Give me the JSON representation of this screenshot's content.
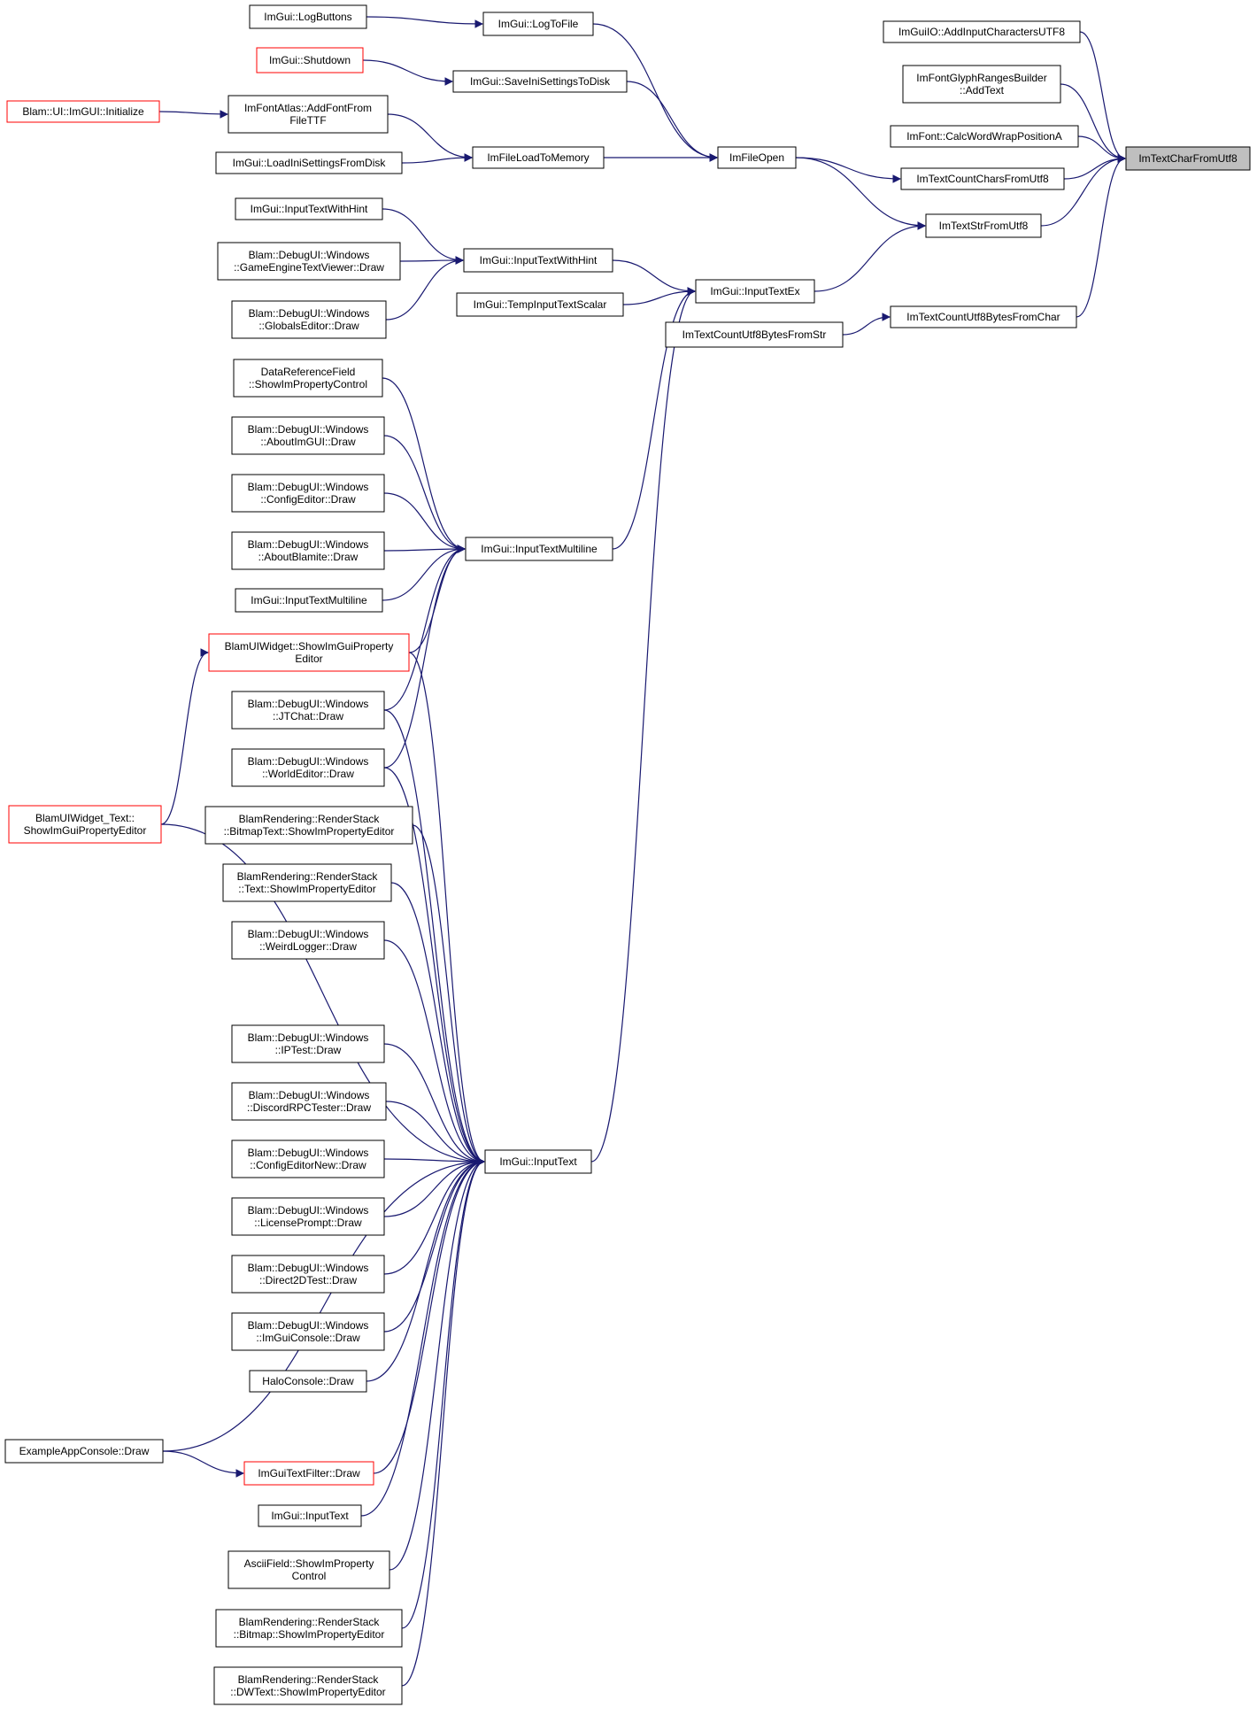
{
  "title": "",
  "colors": {
    "edge": "#191970",
    "focus_fill": "#bfbfbf",
    "truncated_border": "#ff0000",
    "border": "#000000"
  },
  "nodes": {
    "target": {
      "lines": [
        "ImTextCharFromUtf8"
      ],
      "kind": "focus"
    },
    "addinpututf8": {
      "lines": [
        "ImGuiIO::AddInputCharactersUTF8"
      ]
    },
    "addtext": {
      "lines": [
        "ImFontGlyphRangesBuilder",
        "::AddText"
      ]
    },
    "calcwordwrap": {
      "lines": [
        "ImFont::CalcWordWrapPositionA"
      ]
    },
    "countchars": {
      "lines": [
        "ImTextCountCharsFromUtf8"
      ]
    },
    "strfromutf8": {
      "lines": [
        "ImTextStrFromUtf8"
      ]
    },
    "countutf8bytes": {
      "lines": [
        "ImTextCountUtf8BytesFromChar"
      ]
    },
    "countutf8str": {
      "lines": [
        "ImTextCountUtf8BytesFromStr"
      ]
    },
    "fileopen": {
      "lines": [
        "ImFileOpen"
      ]
    },
    "inputtextex": {
      "lines": [
        "ImGui::InputTextEx"
      ]
    },
    "logtofile": {
      "lines": [
        "ImGui::LogToFile"
      ]
    },
    "saveini": {
      "lines": [
        "ImGui::SaveIniSettingsToDisk"
      ]
    },
    "fileload": {
      "lines": [
        "ImFileLoadToMemory"
      ]
    },
    "logbuttons": {
      "lines": [
        "ImGui::LogButtons"
      ]
    },
    "shutdown": {
      "lines": [
        "ImGui::Shutdown"
      ],
      "kind": "truncated"
    },
    "addfontttf": {
      "lines": [
        "ImFontAtlas::AddFontFrom",
        "FileTTF"
      ]
    },
    "blaminit": {
      "lines": [
        "Blam::UI::ImGUI::Initialize"
      ],
      "kind": "truncated"
    },
    "loadini": {
      "lines": [
        "ImGui::LoadIniSettingsFromDisk"
      ]
    },
    "inputhint": {
      "lines": [
        "ImGui::InputTextWithHint"
      ]
    },
    "tempscalar": {
      "lines": [
        "ImGui::TempInputTextScalar"
      ]
    },
    "inputhint2": {
      "lines": [
        "ImGui::InputTextWithHint"
      ]
    },
    "gametextviewer": {
      "lines": [
        "Blam::DebugUI::Windows",
        "::GameEngineTextViewer::Draw"
      ]
    },
    "globalseditor": {
      "lines": [
        "Blam::DebugUI::Windows",
        "::GlobalsEditor::Draw"
      ]
    },
    "multiline": {
      "lines": [
        "ImGui::InputTextMultiline"
      ]
    },
    "inputtext": {
      "lines": [
        "ImGui::InputText"
      ]
    },
    "dataref": {
      "lines": [
        "DataReferenceField",
        "::ShowImPropertyControl"
      ]
    },
    "aboutimgui": {
      "lines": [
        "Blam::DebugUI::Windows",
        "::AboutImGUI::Draw"
      ]
    },
    "configeditor": {
      "lines": [
        "Blam::DebugUI::Windows",
        "::ConfigEditor::Draw"
      ]
    },
    "aboutblamite": {
      "lines": [
        "Blam::DebugUI::Windows",
        "::AboutBlamite::Draw"
      ]
    },
    "multiline2": {
      "lines": [
        "ImGui::InputTextMultiline"
      ]
    },
    "uiwidget": {
      "lines": [
        "BlamUIWidget::ShowImGuiProperty",
        "Editor"
      ],
      "kind": "truncated"
    },
    "jtchat": {
      "lines": [
        "Blam::DebugUI::Windows",
        "::JTChat::Draw"
      ]
    },
    "worldeditor": {
      "lines": [
        "Blam::DebugUI::Windows",
        "::WorldEditor::Draw"
      ]
    },
    "uiwidgettext": {
      "lines": [
        "BlamUIWidget_Text::",
        "ShowImGuiPropertyEditor"
      ],
      "kind": "truncated"
    },
    "bitmaptext": {
      "lines": [
        "BlamRendering::RenderStack",
        "::BitmapText::ShowImPropertyEditor"
      ]
    },
    "rstext": {
      "lines": [
        "BlamRendering::RenderStack",
        "::Text::ShowImPropertyEditor"
      ]
    },
    "weirdlogger": {
      "lines": [
        "Blam::DebugUI::Windows",
        "::WeirdLogger::Draw"
      ]
    },
    "iptest": {
      "lines": [
        "Blam::DebugUI::Windows",
        "::IPTest::Draw"
      ]
    },
    "discord": {
      "lines": [
        "Blam::DebugUI::Windows",
        "::DiscordRPCTester::Draw"
      ]
    },
    "configeditornew": {
      "lines": [
        "Blam::DebugUI::Windows",
        "::ConfigEditorNew::Draw"
      ]
    },
    "license": {
      "lines": [
        "Blam::DebugUI::Windows",
        "::LicensePrompt::Draw"
      ]
    },
    "direct2d": {
      "lines": [
        "Blam::DebugUI::Windows",
        "::Direct2DTest::Draw"
      ]
    },
    "imguiconsole": {
      "lines": [
        "Blam::DebugUI::Windows",
        "::ImGuiConsole::Draw"
      ]
    },
    "haloconsole": {
      "lines": [
        "HaloConsole::Draw"
      ]
    },
    "exampleconsole": {
      "lines": [
        "ExampleAppConsole::Draw"
      ]
    },
    "textfilter": {
      "lines": [
        "ImGuiTextFilter::Draw"
      ],
      "kind": "truncated"
    },
    "inputtext2": {
      "lines": [
        "ImGui::InputText"
      ]
    },
    "asciifield": {
      "lines": [
        "AsciiField::ShowImProperty",
        "Control"
      ]
    },
    "rsbitmap": {
      "lines": [
        "BlamRendering::RenderStack",
        "::Bitmap::ShowImPropertyEditor"
      ]
    },
    "dwtext": {
      "lines": [
        "BlamRendering::RenderStack",
        "::DWText::ShowImPropertyEditor"
      ]
    }
  },
  "edges": [
    [
      "addinpututf8",
      "target"
    ],
    [
      "addtext",
      "target"
    ],
    [
      "calcwordwrap",
      "target"
    ],
    [
      "countchars",
      "target"
    ],
    [
      "strfromutf8",
      "target"
    ],
    [
      "countutf8bytes",
      "target"
    ],
    [
      "fileopen",
      "countchars"
    ],
    [
      "fileopen",
      "strfromutf8"
    ],
    [
      "inputtextex",
      "strfromutf8"
    ],
    [
      "countutf8str",
      "countutf8bytes"
    ],
    [
      "logtofile",
      "fileopen"
    ],
    [
      "saveini",
      "fileopen"
    ],
    [
      "fileload",
      "fileopen"
    ],
    [
      "logbuttons",
      "logtofile"
    ],
    [
      "shutdown",
      "saveini"
    ],
    [
      "addfontttf",
      "fileload"
    ],
    [
      "loadini",
      "fileload"
    ],
    [
      "blaminit",
      "addfontttf"
    ],
    [
      "inputhint",
      "inputtextex"
    ],
    [
      "tempscalar",
      "inputtextex"
    ],
    [
      "multiline",
      "inputtextex"
    ],
    [
      "inputtext",
      "inputtextex"
    ],
    [
      "inputhint2",
      "inputhint"
    ],
    [
      "gametextviewer",
      "inputhint"
    ],
    [
      "globalseditor",
      "inputhint"
    ],
    [
      "dataref",
      "multiline"
    ],
    [
      "aboutimgui",
      "multiline"
    ],
    [
      "configeditor",
      "multiline"
    ],
    [
      "aboutblamite",
      "multiline"
    ],
    [
      "multiline2",
      "multiline"
    ],
    [
      "uiwidget",
      "multiline"
    ],
    [
      "jtchat",
      "multiline"
    ],
    [
      "worldeditor",
      "multiline"
    ],
    [
      "uiwidgettext",
      "uiwidget"
    ],
    [
      "uiwidget",
      "inputtext"
    ],
    [
      "jtchat",
      "inputtext"
    ],
    [
      "worldeditor",
      "inputtext"
    ],
    [
      "bitmaptext",
      "inputtext"
    ],
    [
      "rstext",
      "inputtext"
    ],
    [
      "weirdlogger",
      "inputtext"
    ],
    [
      "uiwidgettext",
      "inputtext"
    ],
    [
      "iptest",
      "inputtext"
    ],
    [
      "discord",
      "inputtext"
    ],
    [
      "configeditornew",
      "inputtext"
    ],
    [
      "license",
      "inputtext"
    ],
    [
      "direct2d",
      "inputtext"
    ],
    [
      "imguiconsole",
      "inputtext"
    ],
    [
      "haloconsole",
      "inputtext"
    ],
    [
      "exampleconsole",
      "inputtext"
    ],
    [
      "textfilter",
      "inputtext"
    ],
    [
      "inputtext2",
      "inputtext"
    ],
    [
      "asciifield",
      "inputtext"
    ],
    [
      "rsbitmap",
      "inputtext"
    ],
    [
      "dwtext",
      "inputtext"
    ],
    [
      "exampleconsole",
      "textfilter"
    ]
  ]
}
